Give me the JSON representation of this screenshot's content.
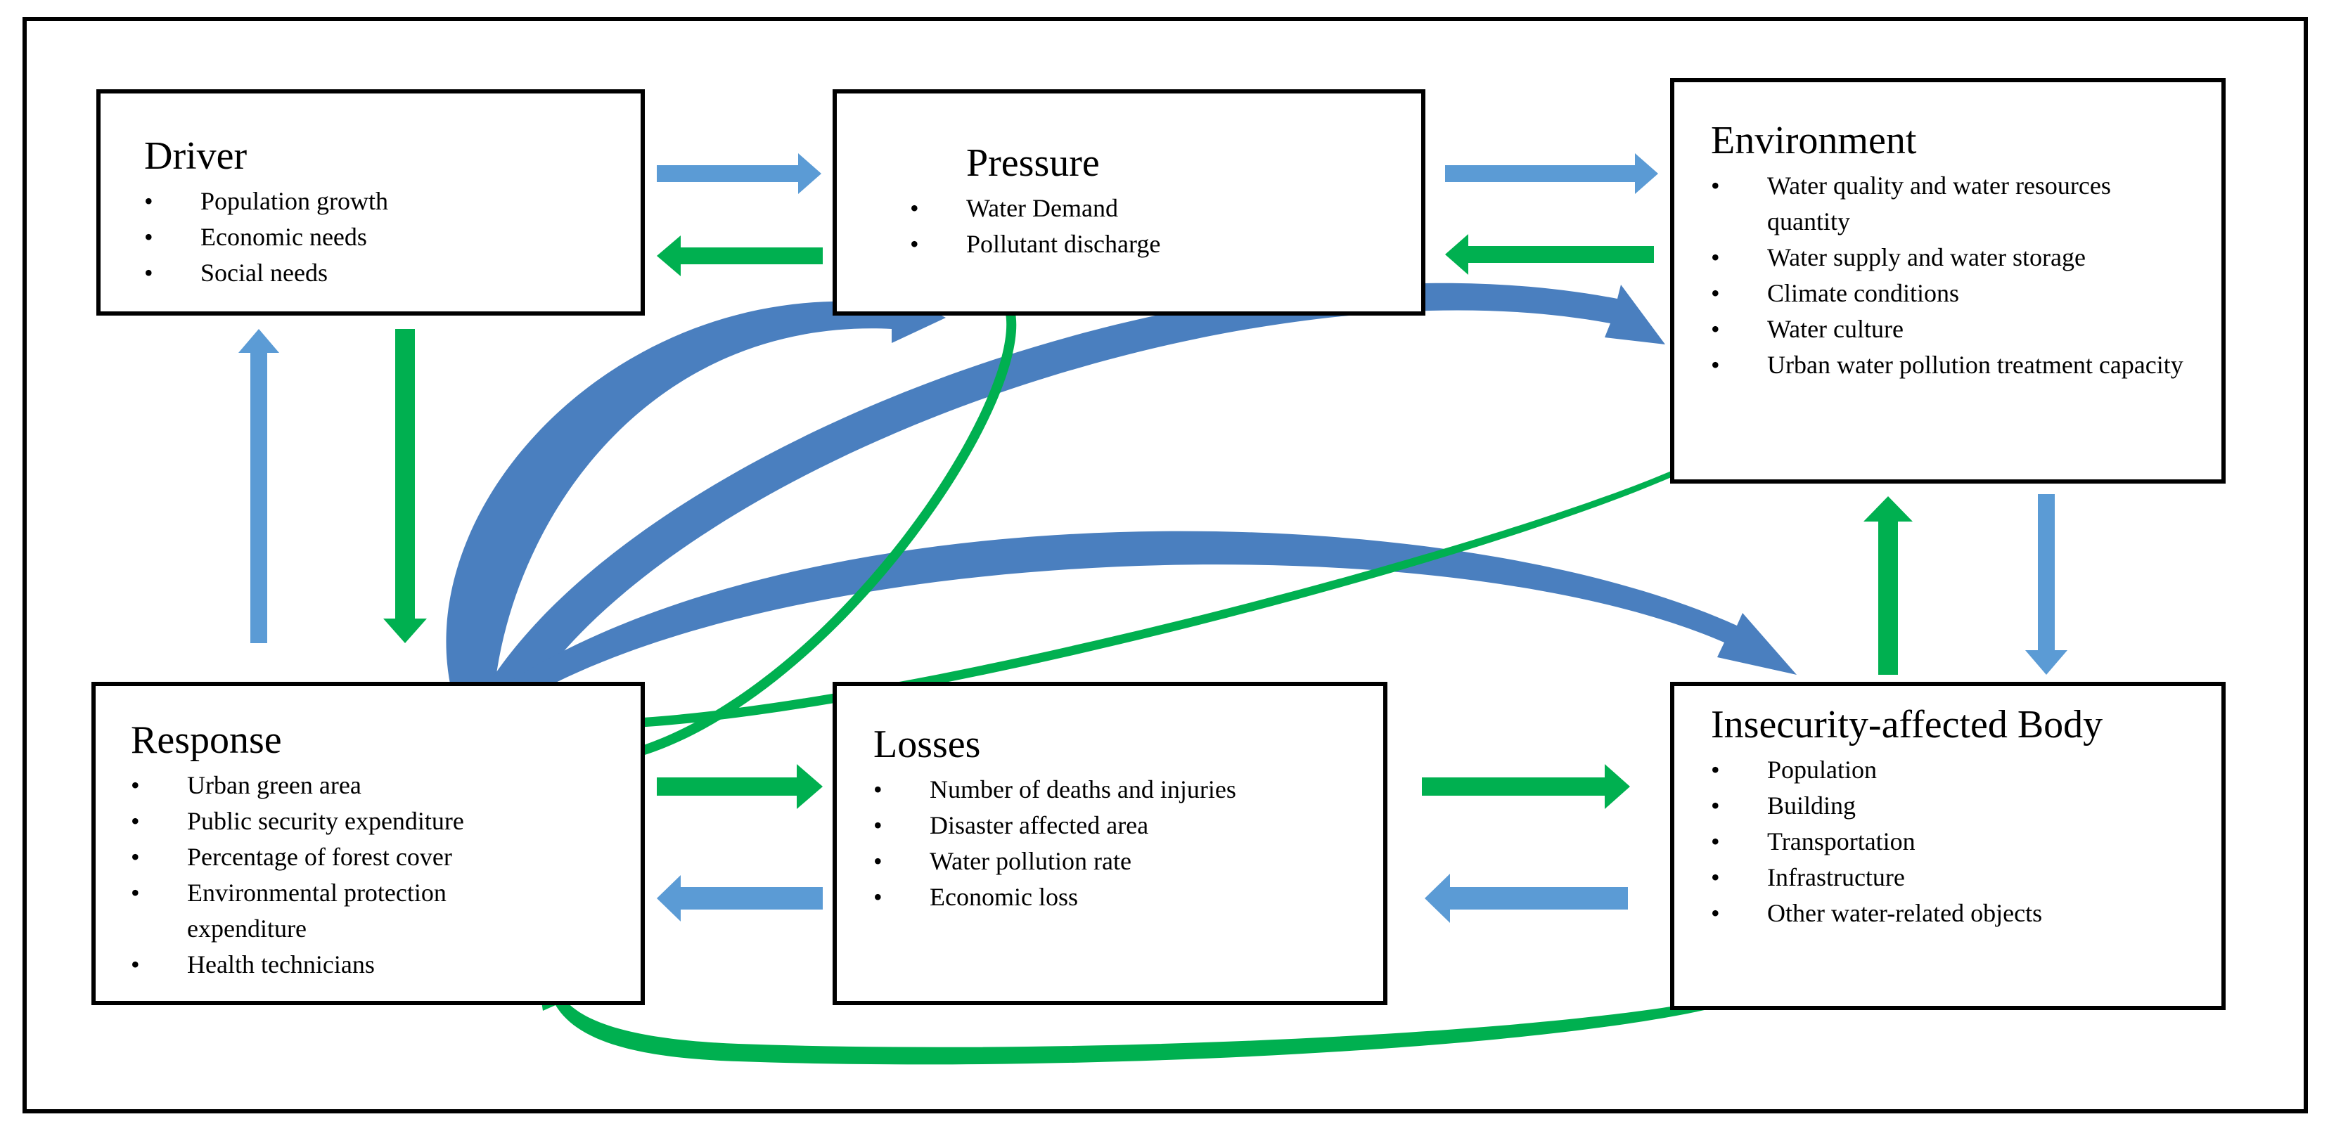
{
  "colors": {
    "blue": "#5b9bd5",
    "blue_dark": "#4472a8",
    "green": "#00b050",
    "border": "#000000"
  },
  "boxes": {
    "driver": {
      "title": "Driver",
      "items": [
        "Population growth",
        "Economic needs",
        "Social needs"
      ]
    },
    "pressure": {
      "title": "Pressure",
      "items": [
        "Water Demand",
        "Pollutant discharge"
      ]
    },
    "environment": {
      "title": "Environment",
      "items": [
        "Water quality and water resources quantity",
        "Water supply and water storage",
        "Climate conditions",
        "Water culture",
        "Urban water pollution treatment capacity"
      ]
    },
    "response": {
      "title": "Response",
      "items": [
        "Urban green area",
        "Public security expenditure",
        "Percentage of forest cover",
        "Environmental protection expenditure",
        "Health technicians"
      ]
    },
    "losses": {
      "title": "Losses",
      "items": [
        "Number of deaths and injuries",
        "Disaster affected area",
        "Water pollution rate",
        "Economic loss"
      ]
    },
    "body": {
      "title": "Insecurity-affected Body",
      "items": [
        "Population",
        "Building",
        "Transportation",
        "Infrastructure",
        "Other water-related objects"
      ]
    }
  }
}
